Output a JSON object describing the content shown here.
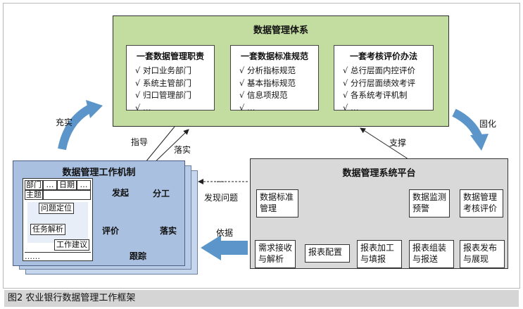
{
  "top": {
    "title": "数据管理体系",
    "cards": [
      {
        "title": "一套数据管理职责",
        "items": [
          "√  对口业务部门",
          "√  系统主管部门",
          "√  归口管理部门",
          "√  …"
        ]
      },
      {
        "title": "一套数据标准规范",
        "items": [
          "√  分析指标规范",
          "√  基本指标规范",
          "√  信息项规范",
          "√  …"
        ]
      },
      {
        "title": "一套考核评价办法",
        "items": [
          "√  总行层面内控评价",
          "√  分行层面绩效考评",
          "√  各系统考评机制",
          "√  …"
        ]
      }
    ]
  },
  "mechanism": {
    "title": "数据管理工作机制",
    "doc": {
      "cells": [
        "部门",
        "…",
        "日期",
        "…",
        "主题"
      ],
      "tags": [
        "问题定位",
        "任务解析",
        "工作建议"
      ],
      "footer": "……"
    },
    "cycle": [
      "发起",
      "分工",
      "落实",
      "跟踪",
      "评价"
    ]
  },
  "platform": {
    "title": "数据管理系统平台",
    "boxes": {
      "standard": "数据标准\n管理",
      "monitor": "数据监测\n预警",
      "evaluate": "数据管理\n考核评价",
      "demand": "需求接收\n与解析",
      "config": "报表配置",
      "process": "报表加工\n与填报",
      "assemble": "报表组装\n与报送",
      "publish": "报表发布\n与展现"
    }
  },
  "labels": {
    "chongshi": "充实",
    "guhua": "固化",
    "zhidao": "指导",
    "luoshi": "落实",
    "zhicheng": "支撑",
    "dots": "…",
    "faxian": "发现问题",
    "yiju": "依据"
  },
  "caption": "图2    农业银行数据管理工作框架",
  "colors": {
    "top_fill": "#c3dca0",
    "mech_fill": "#a9c0e1",
    "platform_fill": "#d9d9d9",
    "arrow_blue": "#5b95c9"
  }
}
